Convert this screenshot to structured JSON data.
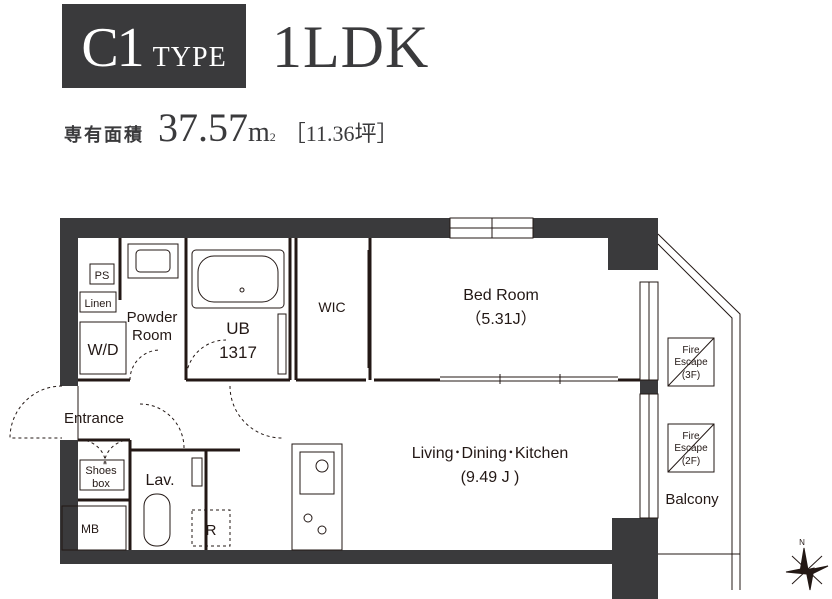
{
  "header": {
    "type_code": "C1",
    "type_word": "TYPE",
    "layout": "1LDK",
    "area_label": "専有面積",
    "area_value": "37.57",
    "area_unit": "m",
    "area_unit_sup": "2",
    "area_tsubo": "［11.36坪］"
  },
  "rooms": {
    "bed_room": "Bed Room",
    "bed_size": "（5.31J）",
    "wic": "WIC",
    "ub": "UB",
    "ub_size": "1317",
    "powder_1": "Powder",
    "powder_2": "Room",
    "ps": "PS",
    "linen": "Linen",
    "wd": "W/D",
    "entrance": "Entrance",
    "shoes_1": "Shoes",
    "shoes_2": "box",
    "lav": "Lav.",
    "r": "R",
    "mb": "MB",
    "ldk": "Living･Dining･Kitchen",
    "ldk_size": "(9.49 J )",
    "balcony": "Balcony",
    "fire3_1": "Fire",
    "fire3_2": "Escape",
    "fire3_3": "(3F)",
    "fire2_1": "Fire",
    "fire2_2": "Escape",
    "fire2_3": "(2F)",
    "north": "N"
  },
  "colors": {
    "wall": "#3a3a3c",
    "line": "#231815",
    "badge_bg": "#3a3a3c"
  }
}
